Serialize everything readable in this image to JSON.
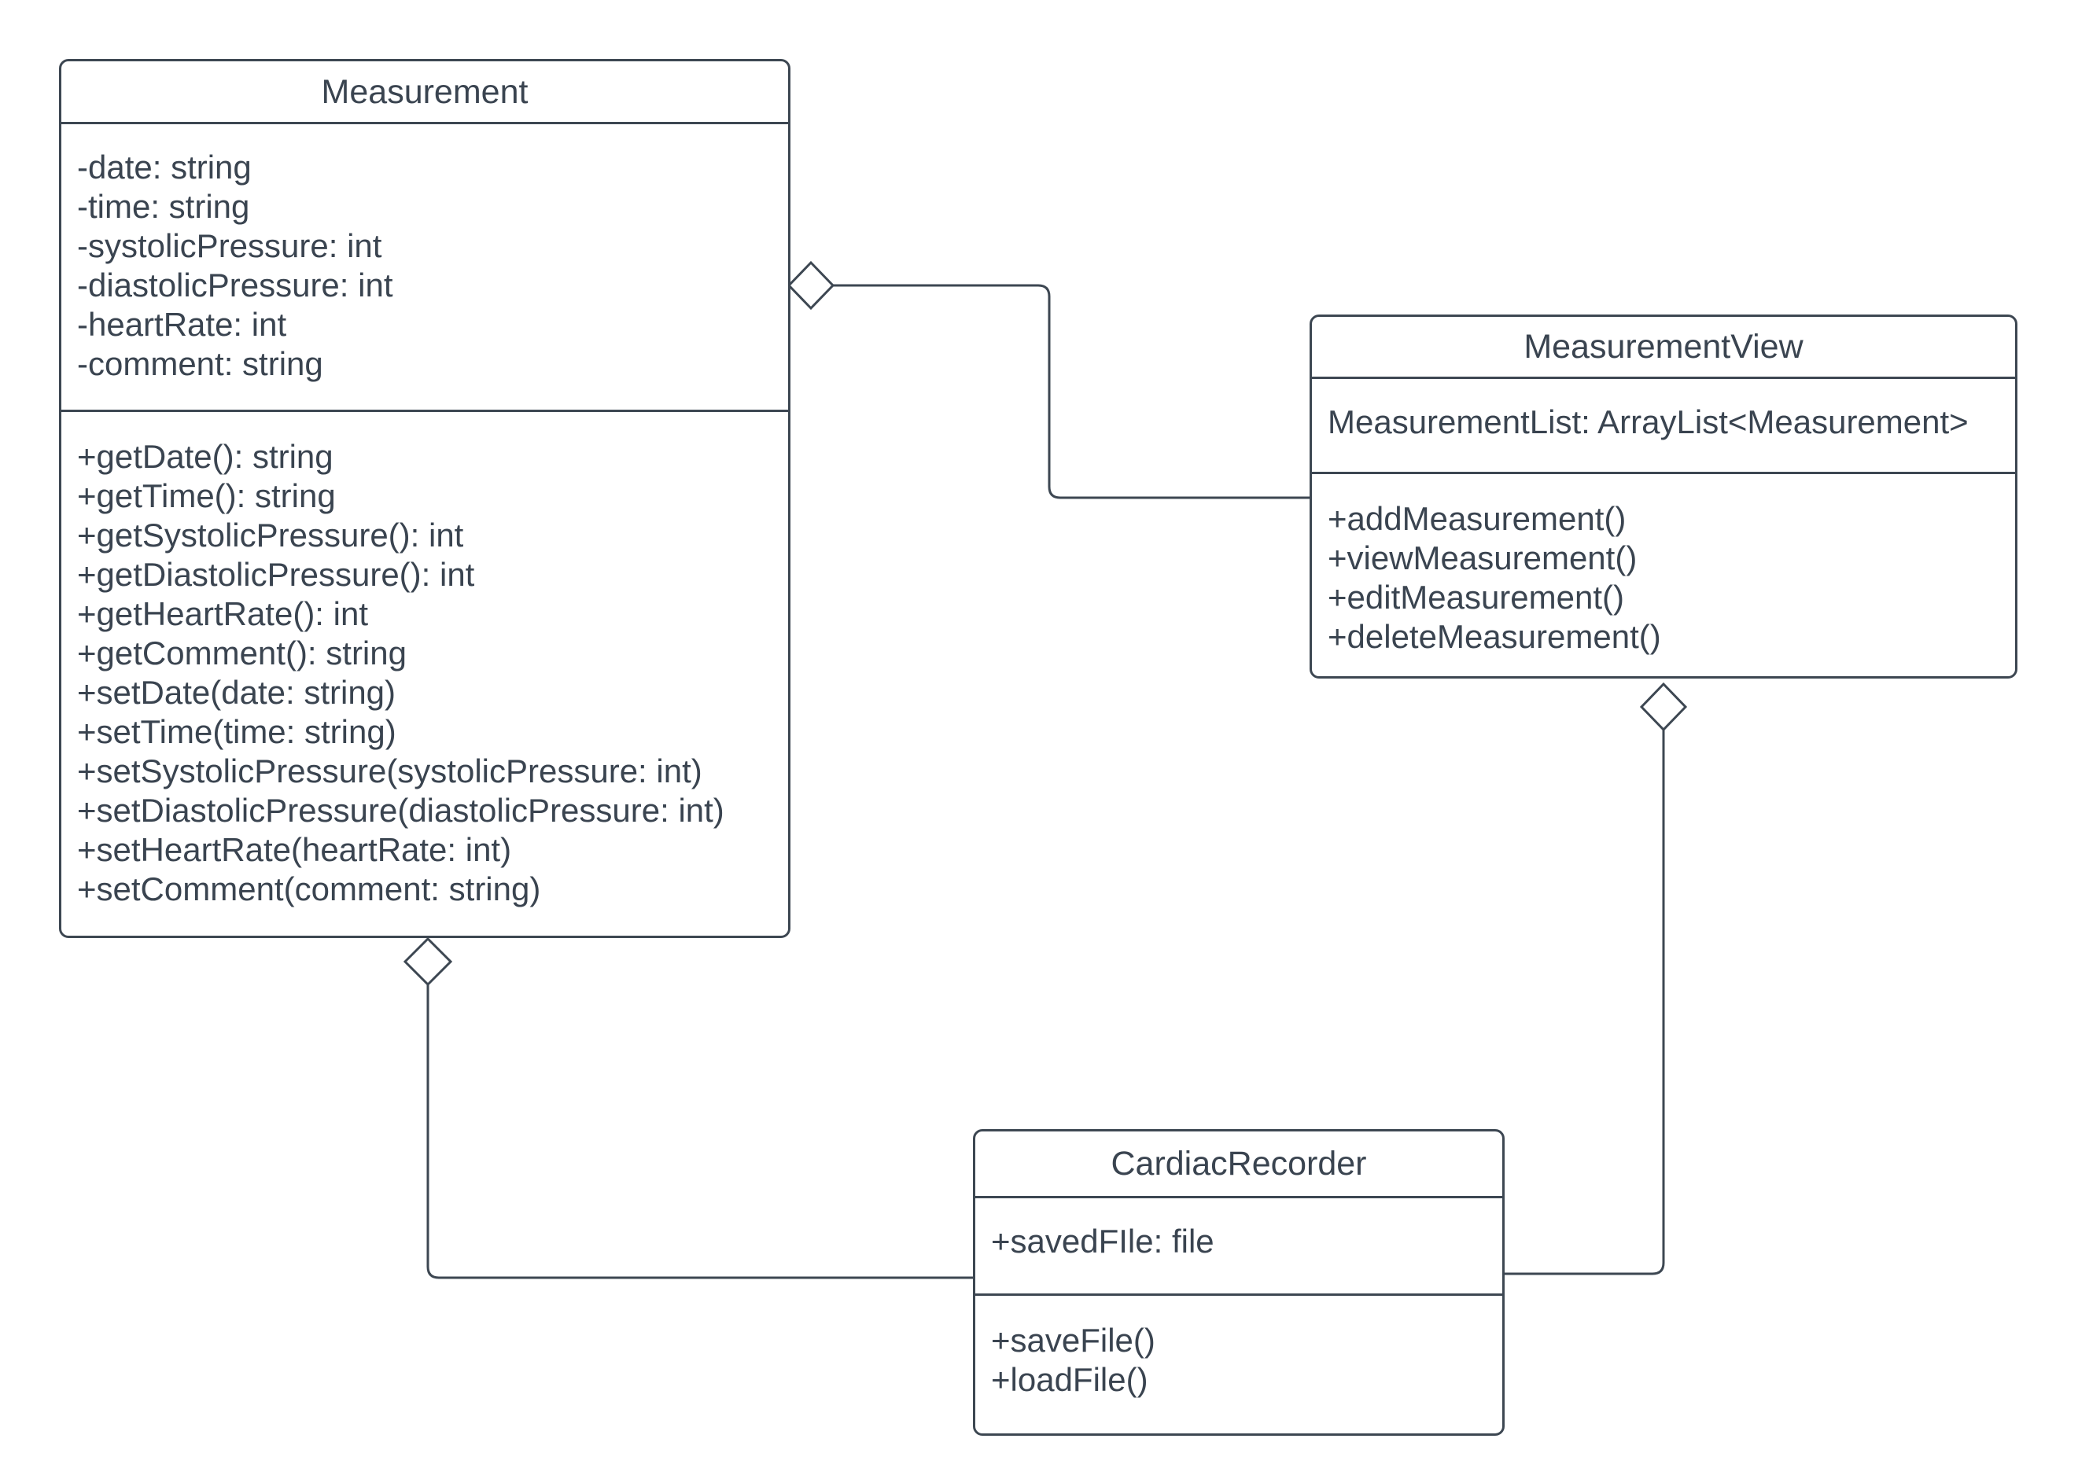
{
  "diagram": {
    "type": "uml-class-diagram",
    "background_color": "#ffffff",
    "stroke_color": "#3d4752",
    "text_color": "#3a4450",
    "classes": [
      {
        "name": "Measurement",
        "attributes": [
          "-date: string",
          "-time: string",
          "-systolicPressure: int",
          "-diastolicPressure: int",
          "-heartRate: int",
          "-comment: string"
        ],
        "methods": [
          "+getDate(): string",
          "+getTime(): string",
          "+getSystolicPressure(): int",
          "+getDiastolicPressure(): int",
          "+getHeartRate(): int",
          "+getComment(): string",
          "+setDate(date: string)",
          "+setTime(time: string)",
          "+setSystolicPressure(systolicPressure: int)",
          "+setDiastolicPressure(diastolicPressure: int)",
          "+setHeartRate(heartRate: int)",
          "+setComment(comment: string)"
        ]
      },
      {
        "name": "MeasurementView",
        "attributes": [
          "MeasurementList: ArrayList<Measurement>"
        ],
        "methods": [
          "+addMeasurement()",
          "+viewMeasurement()",
          "+editMeasurement()",
          "+deleteMeasurement()"
        ]
      },
      {
        "name": "CardiacRecorder",
        "attributes": [
          "+savedFIle: file"
        ],
        "methods": [
          "+saveFile()",
          "+loadFile()"
        ]
      }
    ],
    "relationships": [
      {
        "from": "Measurement",
        "to": "MeasurementView",
        "type": "aggregation",
        "diamond_at": "Measurement"
      },
      {
        "from": "Measurement",
        "to": "CardiacRecorder",
        "type": "aggregation",
        "diamond_at": "Measurement"
      },
      {
        "from": "MeasurementView",
        "to": "CardiacRecorder",
        "type": "aggregation",
        "diamond_at": "MeasurementView"
      }
    ]
  }
}
